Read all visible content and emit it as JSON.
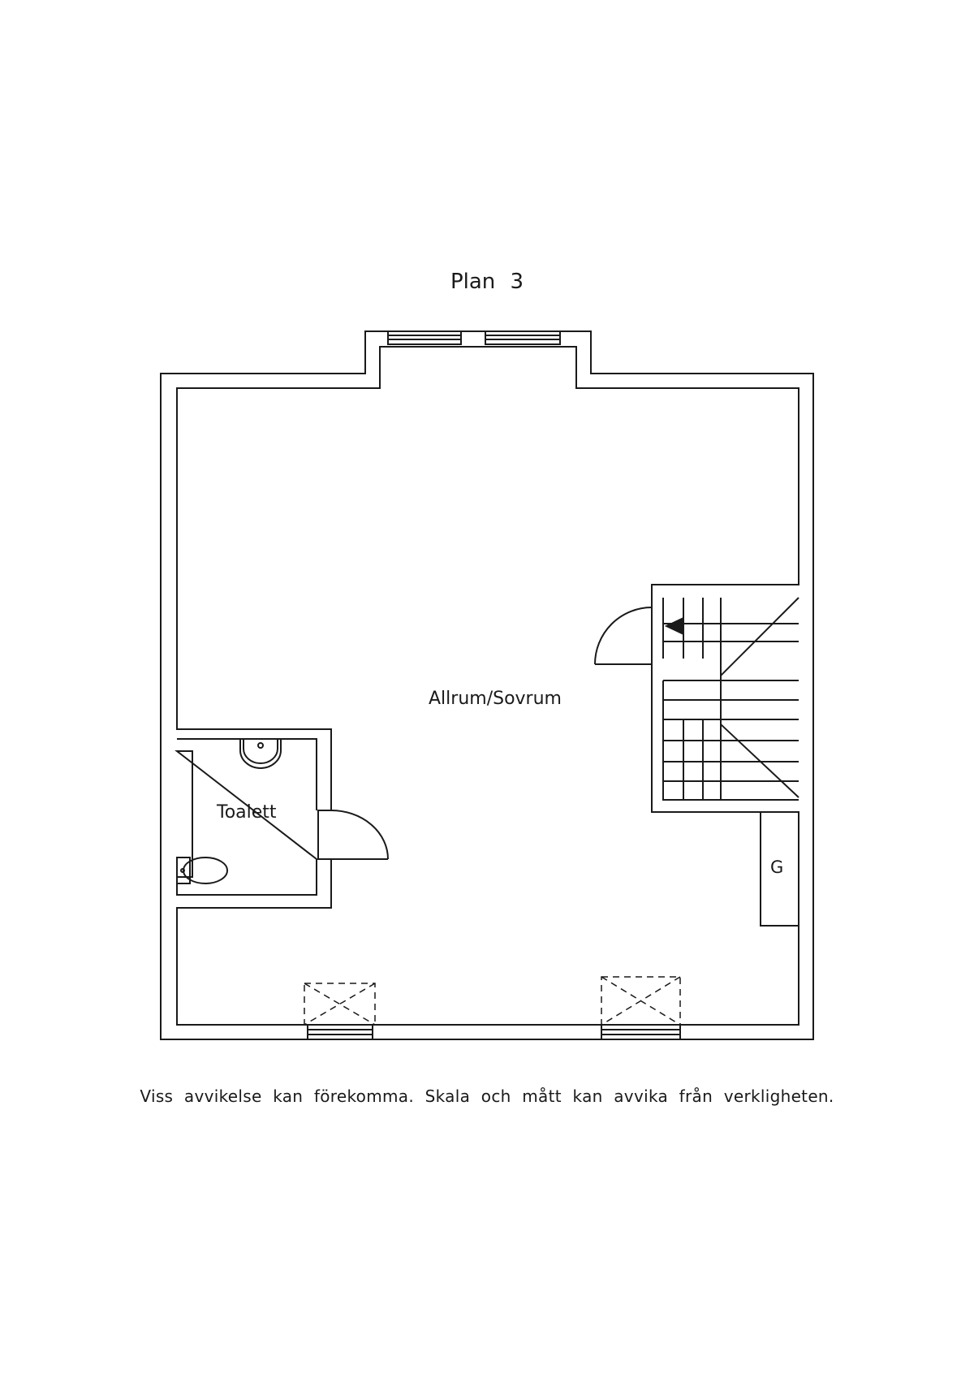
{
  "title": "Plan  3",
  "rooms": {
    "allrum": "Allrum/Sovrum",
    "toalett": "Toalett",
    "closet": "G"
  },
  "disclaimer": "Viss avvikelse kan förekomma. Skala och mått kan avvika från verkligheten.",
  "colors": {
    "line": "#1a1a1a",
    "background": "#ffffff"
  }
}
